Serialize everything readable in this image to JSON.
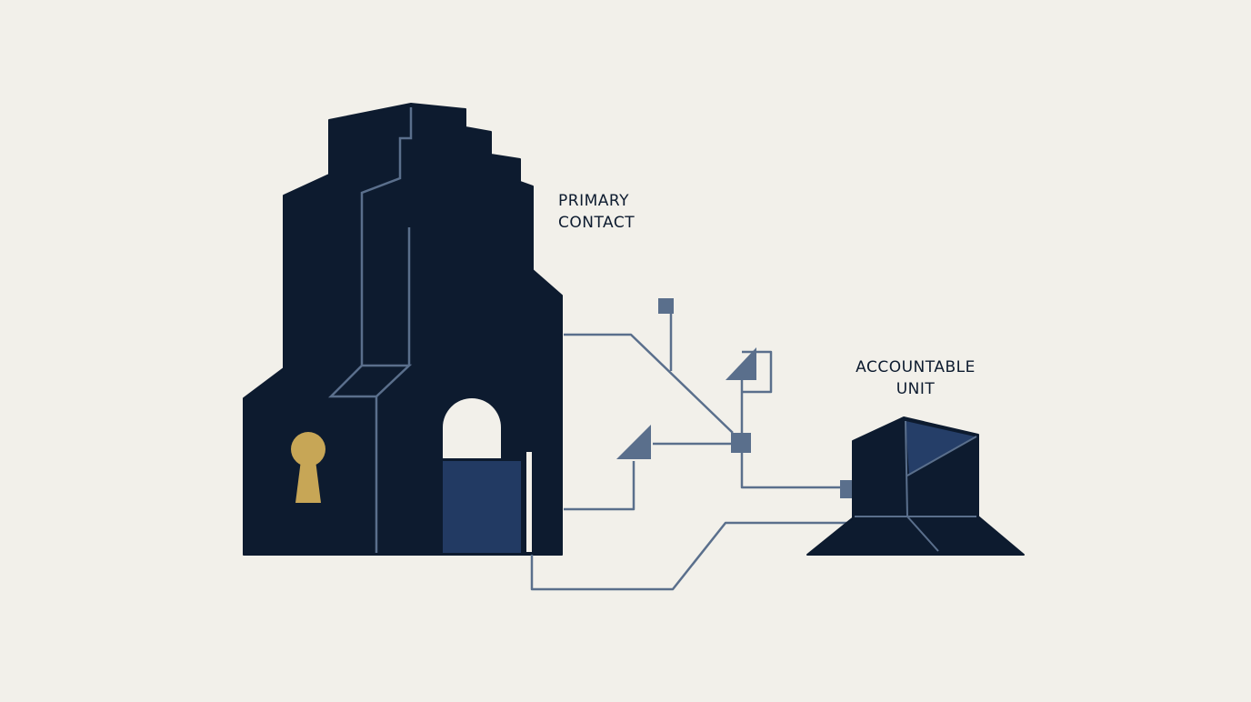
{
  "labels": {
    "primary_line1": "PRIMARY",
    "primary_line2": "CONTACT",
    "unit_line1": "ACCOUNTABLE",
    "unit_line2": "UNIT"
  },
  "icons": {
    "building": "building-icon",
    "keyhole": "keyhole-icon",
    "unit_box": "box-icon"
  },
  "colors": {
    "background": "#f2f0ea",
    "building": "#0d1b2f",
    "door": "#223a63",
    "connector": "#5a6f8c",
    "node": "#5a6f8c",
    "keyhole": "#c7a656",
    "box_face": "#253e68"
  }
}
